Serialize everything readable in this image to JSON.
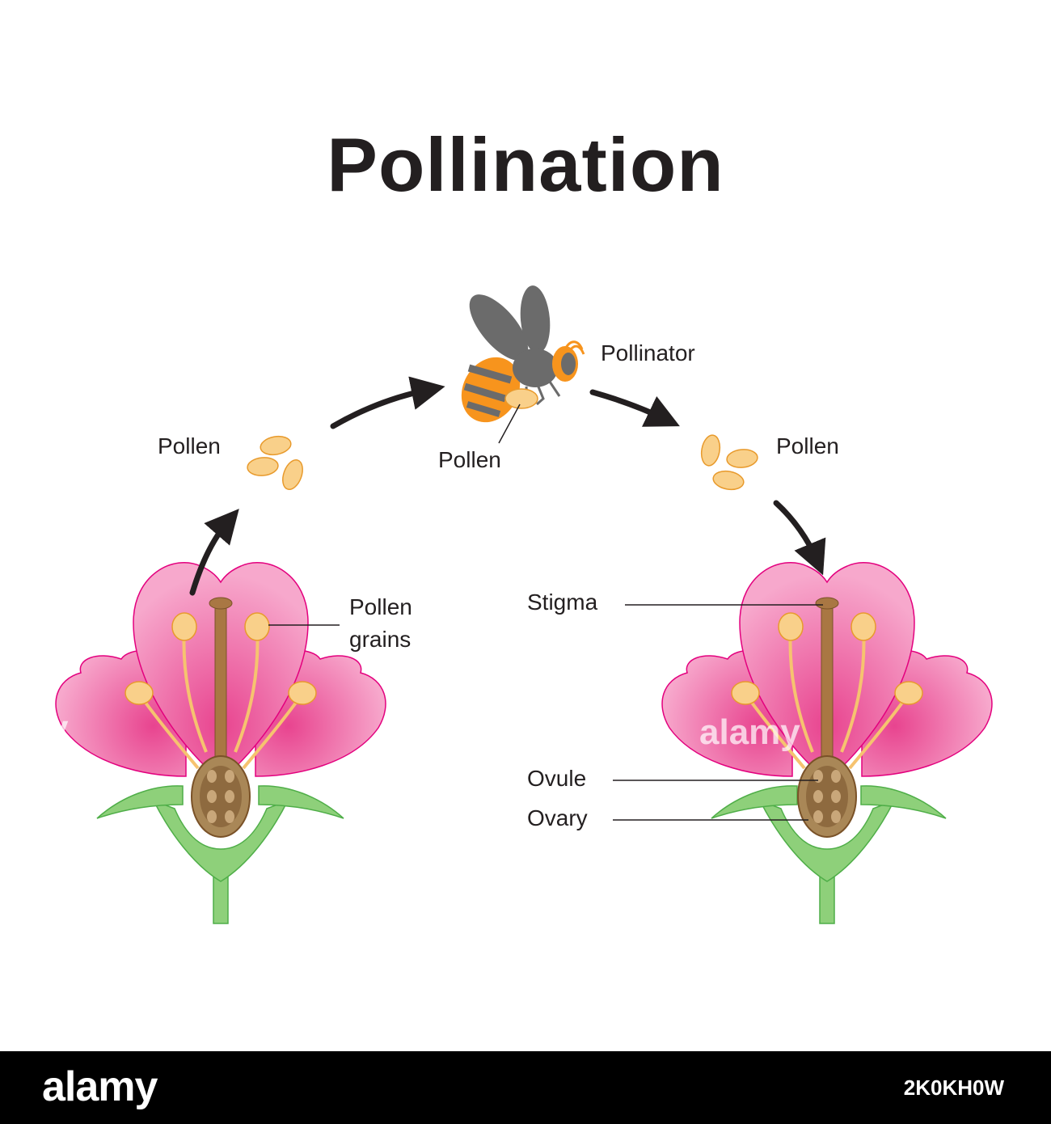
{
  "title": "Pollination",
  "labels": {
    "pollen_left": "Pollen",
    "pollen_bee": "Pollen",
    "pollinator": "Pollinator",
    "pollen_right": "Pollen",
    "pollen_grains_line1": "Pollen",
    "pollen_grains_line2": "grains",
    "stigma": "Stigma",
    "ovule": "Ovule",
    "ovary": "Ovary"
  },
  "footer": {
    "brand": "alamy",
    "image_id": "2K0KH0W"
  },
  "watermark": "alamy",
  "colors": {
    "petal": "#ef7bb3",
    "petal_edge": "#e3007e",
    "leaf": "#8ed07a",
    "style": "#a97743",
    "ovary": "#8e6a3f",
    "stamen": "#f6c36f",
    "pollen": "#f9d08a",
    "bee_body": "#6b6b6b",
    "bee_stripe": "#f7941d",
    "arrow": "#231f20"
  }
}
